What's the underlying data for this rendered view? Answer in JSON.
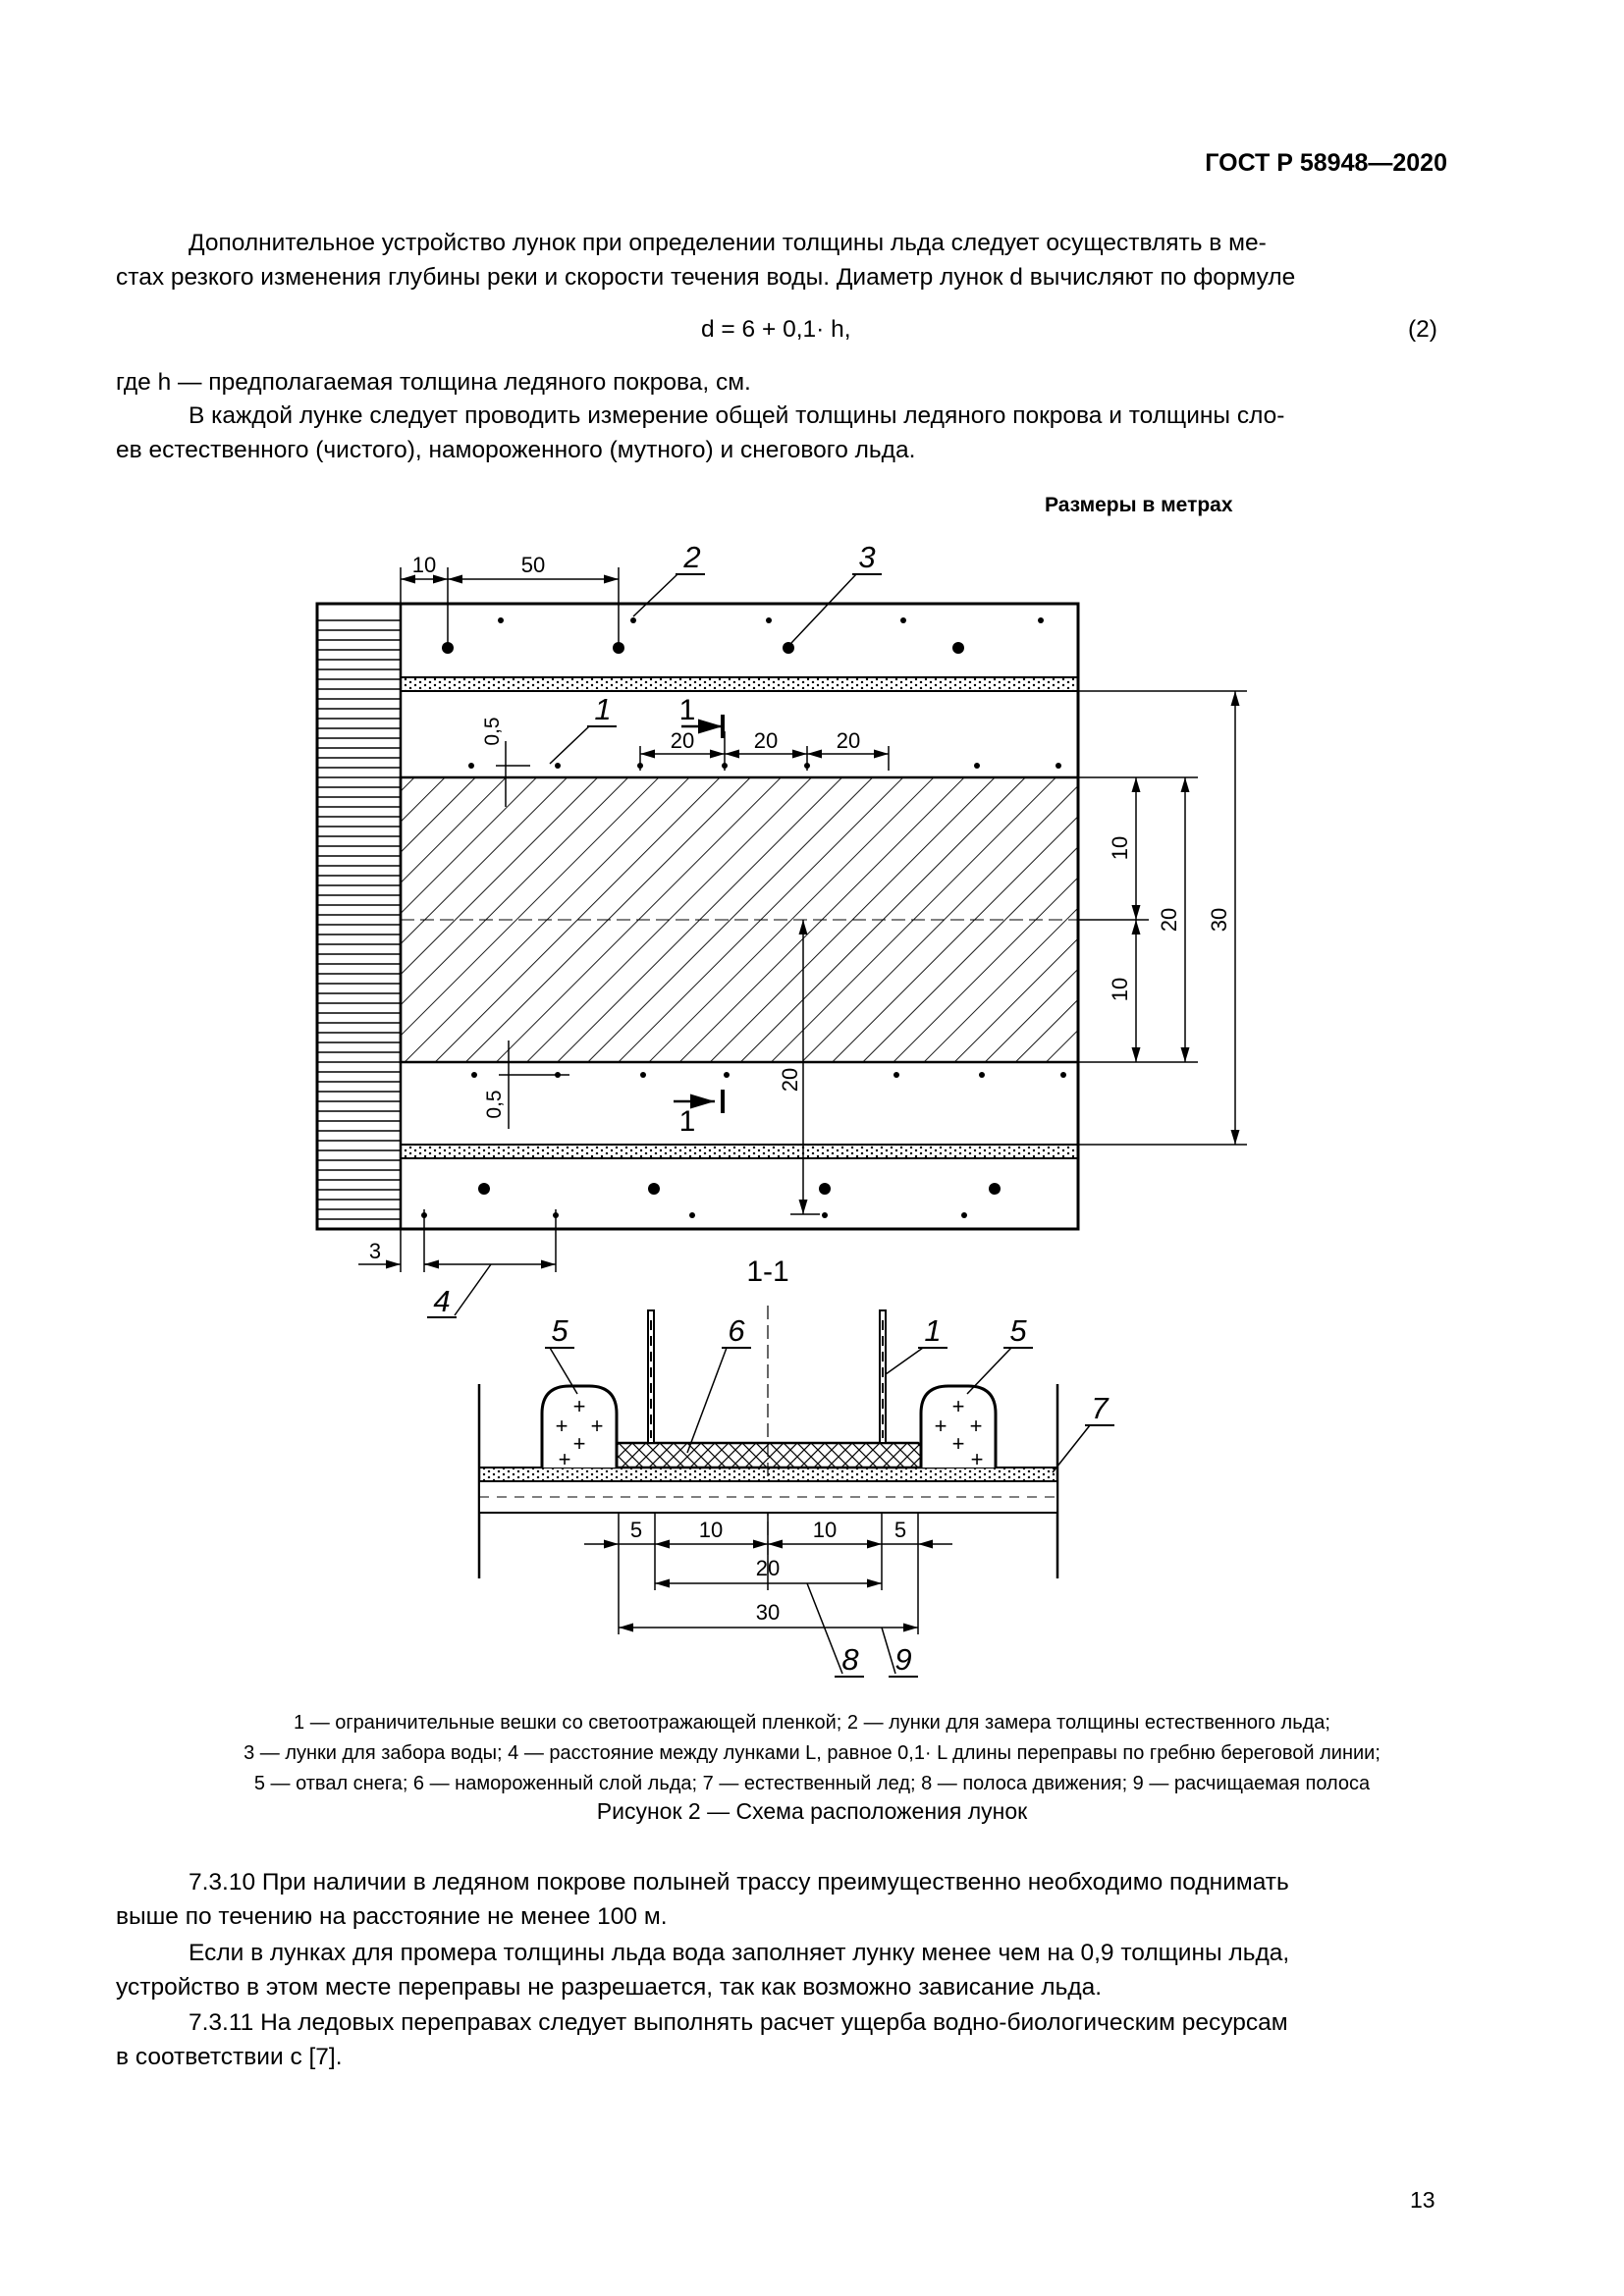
{
  "header": {
    "doc_id": "ГОСТ Р 58948—2020"
  },
  "intro": {
    "line1": "Дополнительное устройство лунок при определении толщины льда следует осуществлять в ме-",
    "line2": "стах резкого изменения глубины реки и скорости течения воды. Диаметр лунок d вычисляют по формуле"
  },
  "formula": {
    "text": "d = 6 + 0,1· h,",
    "number": "(2)"
  },
  "where_line": "где h — предполагаемая толщина ледяного покрова, см.",
  "measure": {
    "line1": "В каждой лунке следует проводить измерение общей толщины ледяного покрова и толщины сло-",
    "line2": "ев естественного (чистого), намороженного (мутного) и снегового льда."
  },
  "figure": {
    "dimensions_note": "Размеры в метрах",
    "plan": {
      "top_dims": [
        "10",
        "50"
      ],
      "callouts": [
        "1",
        "2",
        "3",
        "4"
      ],
      "inner_dims": [
        "20",
        "20",
        "20"
      ],
      "small_dims": [
        "0,5",
        "0,5"
      ],
      "right_dims": [
        "10",
        "10",
        "20",
        "30"
      ],
      "center_dim": "20",
      "bottom_dim": "3",
      "section_mark": "1"
    },
    "section": {
      "title": "1-1",
      "callouts": [
        "5",
        "6",
        "1",
        "5",
        "7",
        "8",
        "9"
      ],
      "bottom_dims": [
        "5",
        "10",
        "10",
        "5"
      ],
      "total_20": "20",
      "total_30": "30"
    },
    "legend": {
      "line1": "1 — ограничительные вешки со светоотражающей пленкой; 2 — лунки для замера толщины естественного льда;",
      "line2": "3 — лунки для забора воды; 4 — расстояние между лунками L, равное 0,1· L длины переправы по гребню береговой линии;",
      "line3": "5 — отвал снега; 6 — намороженный слой льда; 7 — естественный лед; 8 — полоса движения; 9 — расчищаемая полоса"
    },
    "caption": "Рисунок 2 — Схема расположения лунок"
  },
  "section_7_3_10": {
    "line1": "7.3.10 При наличии в ледяном покрове полыней трассу преимущественно необходимо поднимать",
    "line2": "выше по течению на расстояние не менее 100 м."
  },
  "holes_water": {
    "line1": "Если в лунках для промера толщины льда вода заполняет лунку менее чем на 0,9 толщины льда,",
    "line2": "устройство в этом месте переправы не разрешается, так как возможно зависание льда."
  },
  "section_7_3_11": {
    "line1": "7.3.11 На ледовых переправах следует выполнять расчет ущерба водно-биологическим ресурсам",
    "line2": "в соответствии с [7]."
  },
  "page_number": "13"
}
